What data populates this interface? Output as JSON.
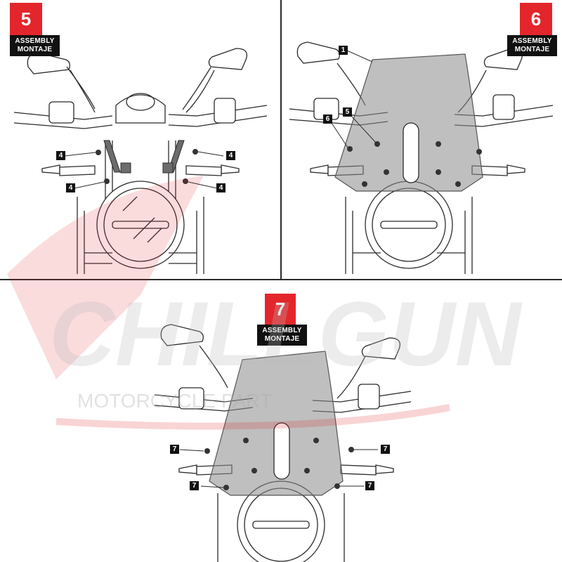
{
  "steps": [
    {
      "number": "5",
      "label_line1": "ASSEMBLY",
      "label_line2": "MONTAJE",
      "callouts": [
        "4",
        "4",
        "4",
        "4"
      ]
    },
    {
      "number": "6",
      "label_line1": "ASSEMBLY",
      "label_line2": "MONTAJE",
      "callouts": [
        "1",
        "5",
        "6"
      ]
    },
    {
      "number": "7",
      "label_line1": "ASSEMBLY",
      "label_line2": "MONTAJE",
      "callouts": [
        "7",
        "7",
        "7",
        "7"
      ]
    }
  ],
  "watermark": {
    "brand": "CHILLGUN",
    "tagline": "MOTORCYCLE PART"
  },
  "colors": {
    "accent": "#e3262b",
    "label_bg": "#111111",
    "windscreen": "#8a8a8a",
    "line": "#2b2b2b"
  },
  "icons": [
    "motorcycle-front-illustration",
    "windscreen",
    "bolt"
  ]
}
